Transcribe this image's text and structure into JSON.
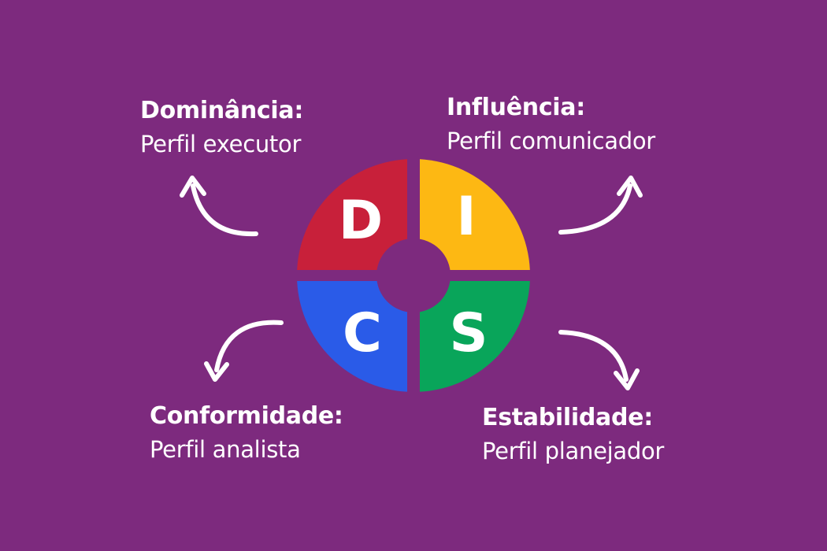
{
  "colors": {
    "background": "#7D2A7E",
    "d": "#C8203A",
    "i": "#FDB813",
    "s": "#09A55A",
    "c": "#2A5BE8"
  },
  "quadrants": {
    "d": "D",
    "i": "I",
    "s": "S",
    "c": "C"
  },
  "profiles": [
    {
      "title": "Dominância:",
      "subtitle": "Perfil executor"
    },
    {
      "title": "Influência:",
      "subtitle": "Perfil comunicador"
    },
    {
      "title": "Conformidade:",
      "subtitle": "Perfil analista"
    },
    {
      "title": "Estabilidade:",
      "subtitle": "Perfil planejador"
    }
  ]
}
